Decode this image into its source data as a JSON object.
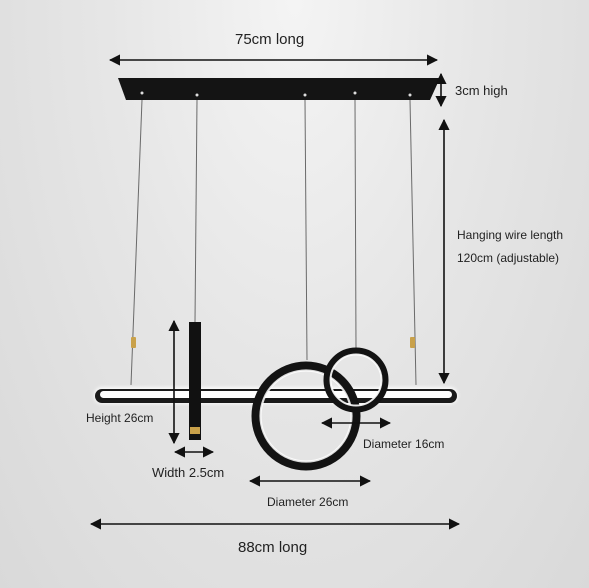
{
  "dimensions": {
    "top_length": "75cm long",
    "canopy_height": "3cm high",
    "wire_length_line1": "Hanging wire length",
    "wire_length_line2": "120cm (adjustable)",
    "cylinder_height": "Height 26cm",
    "cylinder_width": "Width 2.5cm",
    "small_ring_diameter": "Diameter 16cm",
    "large_ring_diameter": "Diameter 26cm",
    "bottom_length": "88cm long"
  },
  "colors": {
    "fixture": "#151515",
    "led": "#ffffff",
    "wire": "#6a6a6a",
    "gold": "#c9a14a",
    "arrow": "#111111"
  }
}
